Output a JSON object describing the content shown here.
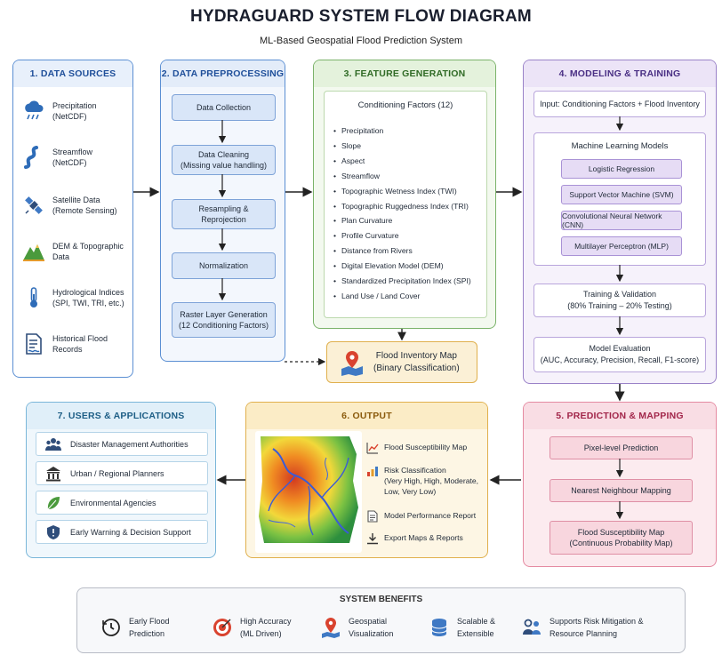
{
  "title": "HYDRAGUARD SYSTEM FLOW DIAGRAM",
  "subtitle": "ML-Based Geospatial Flood Prediction System",
  "data_sources": {
    "heading": "1. DATA SOURCES",
    "items": [
      {
        "label": "Precipitation\n(NetCDF)",
        "icon": "rain-cloud-icon"
      },
      {
        "label": "Streamflow\n(NetCDF)",
        "icon": "river-icon"
      },
      {
        "label": "Satellite Data\n(Remote Sensing)",
        "icon": "satellite-icon"
      },
      {
        "label": "DEM & Topographic\nData",
        "icon": "mountain-icon"
      },
      {
        "label": "Hydrological Indices\n(SPI, TWI, TRI, etc.)",
        "icon": "thermometer-icon"
      },
      {
        "label": "Historical Flood\nRecords",
        "icon": "document-icon"
      }
    ]
  },
  "preprocessing": {
    "heading": "2. DATA PREPROCESSING",
    "steps": [
      "Data Collection",
      "Data Cleaning\n(Missing value handling)",
      "Resampling &\nReprojection",
      "Normalization",
      "Raster Layer Generation\n(12 Conditioning Factors)"
    ]
  },
  "features": {
    "heading": "3. FEATURE GENERATION",
    "subheading": "Conditioning Factors (12)",
    "items": [
      "Precipitation",
      "Slope",
      "Aspect",
      "Streamflow",
      "Topographic Wetness Index (TWI)",
      "Topographic Ruggedness Index (TRI)",
      "Plan Curvature",
      "Profile Curvature",
      "Distance from Rivers",
      "Digital Elevation Model (DEM)",
      "Standardized Precipitation Index (SPI)",
      "Land Use / Land Cover"
    ]
  },
  "inventory": {
    "label": "Flood Inventory Map\n(Binary Classification)",
    "icon": "map-pin-icon"
  },
  "modeling": {
    "heading": "4. MODELING & TRAINING",
    "input": "Input: Conditioning Factors + Flood Inventory",
    "ml_title": "Machine Learning Models",
    "models": [
      "Logistic Regression",
      "Support Vector Machine (SVM)",
      "Convolutional Neural Network (CNN)",
      "Multilayer Perceptron (MLP)"
    ],
    "training": "Training & Validation\n(80% Training – 20% Testing)",
    "evaluation": "Model Evaluation\n(AUC, Accuracy, Precision, Recall, F1-score)"
  },
  "prediction": {
    "heading": "5. PREDICTION & MAPPING",
    "steps": [
      "Pixel-level Prediction",
      "Nearest Neighbour Mapping",
      "Flood Susceptibility Map\n(Continuous Probability Map)"
    ]
  },
  "output": {
    "heading": "6. OUTPUT",
    "items": [
      {
        "label": "Flood Susceptibility Map",
        "icon": "chart-icon"
      },
      {
        "label": "Risk Classification\n(Very High, High, Moderate,\nLow, Very Low)",
        "icon": "bar-chart-icon"
      },
      {
        "label": "Model Performance Report",
        "icon": "report-icon"
      },
      {
        "label": "Export Maps & Reports",
        "icon": "download-icon"
      }
    ]
  },
  "users": {
    "heading": "7. USERS & APPLICATIONS",
    "items": [
      {
        "label": "Disaster Management Authorities",
        "icon": "people-icon"
      },
      {
        "label": "Urban / Regional Planners",
        "icon": "building-icon"
      },
      {
        "label": "Environmental Agencies",
        "icon": "leaf-icon"
      },
      {
        "label": "Early Warning & Decision Support",
        "icon": "shield-icon"
      }
    ]
  },
  "benefits": {
    "heading": "SYSTEM BENEFITS",
    "items": [
      {
        "label": "Early Flood\nPrediction",
        "icon": "clock-icon"
      },
      {
        "label": "High Accuracy\n(ML Driven)",
        "icon": "target-icon"
      },
      {
        "label": "Geospatial\nVisualization",
        "icon": "location-icon"
      },
      {
        "label": "Scalable &\nExtensible",
        "icon": "database-icon"
      },
      {
        "label": "Supports Risk Mitigation &\nResource Planning",
        "icon": "team-icon"
      }
    ]
  },
  "colors": {
    "blue": "#5b8fd3",
    "green": "#7bb36a",
    "purple": "#9a82c8",
    "pink": "#e58aa1",
    "orange": "#e0b04d",
    "cyan": "#7ab6d9"
  }
}
